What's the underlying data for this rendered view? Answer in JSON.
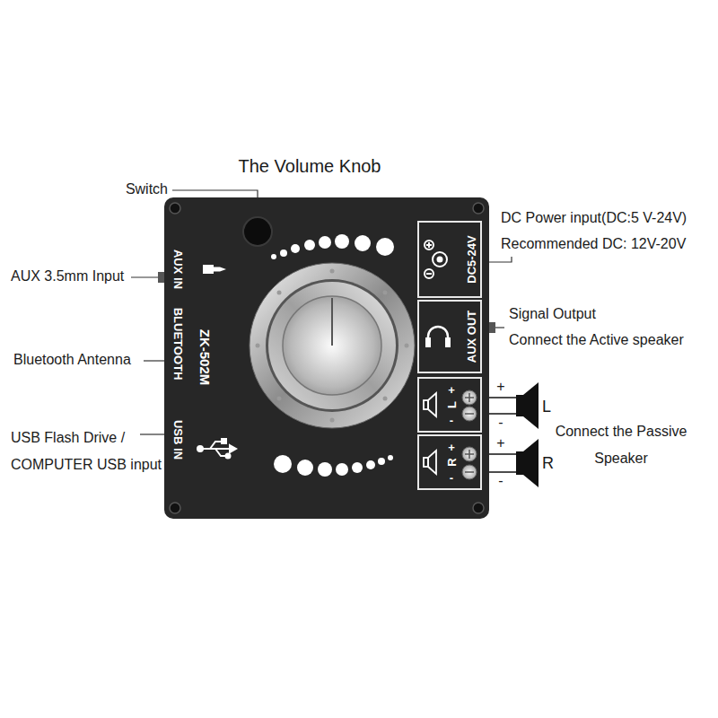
{
  "diagram": {
    "nodes": [
      {
        "text": [
          "AUX IN",
          "BLUETOOTH",
          "ZK-502M",
          "USB IN"
        ]
      },
      {
        "text": [
          "DC5-24V"
        ],
        "in": 0
      },
      {
        "text": [
          "AUX OUT"
        ],
        "in": 0
      },
      {
        "text": [
          "+",
          "L",
          "-"
        ],
        "in": 0
      },
      {
        "text": [
          "+",
          "R",
          "-"
        ],
        "in": 0
      }
    ],
    "labels": [
      "The Volume Knob",
      "Switch",
      "AUX 3.5mm Input",
      "Bluetooth Antenna",
      "USB Flash Drive / COMPUTER USB input",
      "DC Power input(DC:5 V-24V)",
      "Recommended DC: 12V-20V",
      "Signal Output",
      "Connect the Active speaker",
      "+",
      "-",
      "L",
      "+",
      "-",
      "R",
      "Connect the Passive Speaker"
    ]
  }
}
